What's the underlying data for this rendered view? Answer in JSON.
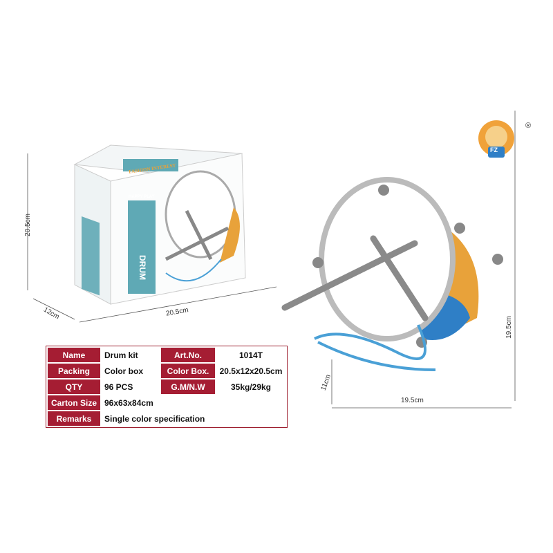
{
  "dimensions": {
    "box_height": "20.5cm",
    "box_depth": "12cm",
    "box_width": "20.5cm",
    "drum_height": "19.5cm",
    "drum_depth": "11cm",
    "drum_width": "19.5cm"
  },
  "box_print": {
    "title": "DRUM",
    "tagline": "FASHION INTEREST",
    "subtitle": "HAPPY PLAY"
  },
  "logo": {
    "badge": "FZ",
    "registered": "®"
  },
  "spec_table": {
    "rows": [
      {
        "label": "Name",
        "value": "Drum kit",
        "label2": "Art.No.",
        "value2": "1014T"
      },
      {
        "label": "Packing",
        "value": "Color box",
        "label2": "Color Box.",
        "value2": "20.5x12x20.5cm"
      },
      {
        "label": "QTY",
        "value": "96 PCS",
        "label2": "G.M/N.W",
        "value2": "35kg/29kg"
      },
      {
        "label": "Carton Size",
        "value": "96x63x84cm"
      },
      {
        "label": "Remarks",
        "value": "Single color specification"
      }
    ]
  },
  "colors": {
    "table_header": "#a51d33",
    "box_accent": "#5fa9b5"
  }
}
